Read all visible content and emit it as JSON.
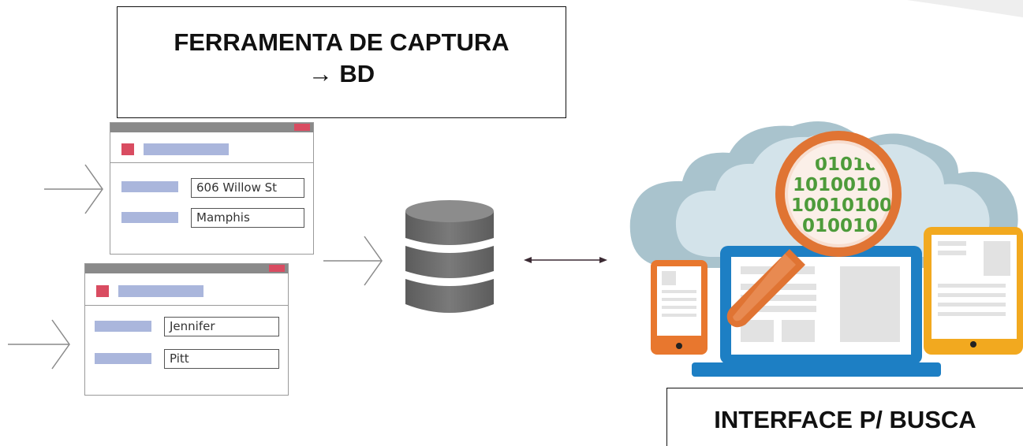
{
  "capture_tool": {
    "line1": "FERRAMENTA DE CAPTURA",
    "line2": "→ BD"
  },
  "search_interface": {
    "label": "INTERFACE P/ BUSCA"
  },
  "forms": [
    {
      "fields": [
        "606 Willow St",
        "Mamphis"
      ]
    },
    {
      "fields": [
        "Jennifer",
        "Pitt"
      ]
    }
  ],
  "magnifier": {
    "binary_rows": [
      "01010",
      "1010010",
      "10010100",
      "010010"
    ]
  },
  "colors": {
    "cloud_light": "#d3e3ea",
    "cloud_dark": "#a9c3cd",
    "laptop_blue": "#1d7fc4",
    "phone_orange": "#e8772e",
    "tablet_yellow": "#f2a91f",
    "magnifier_orange": "#e07433",
    "binary_green": "#4d9b3a",
    "database_gray": "#6d6d6d",
    "form_accent_red": "#d94c61",
    "form_field_blue": "#aab6dc"
  }
}
